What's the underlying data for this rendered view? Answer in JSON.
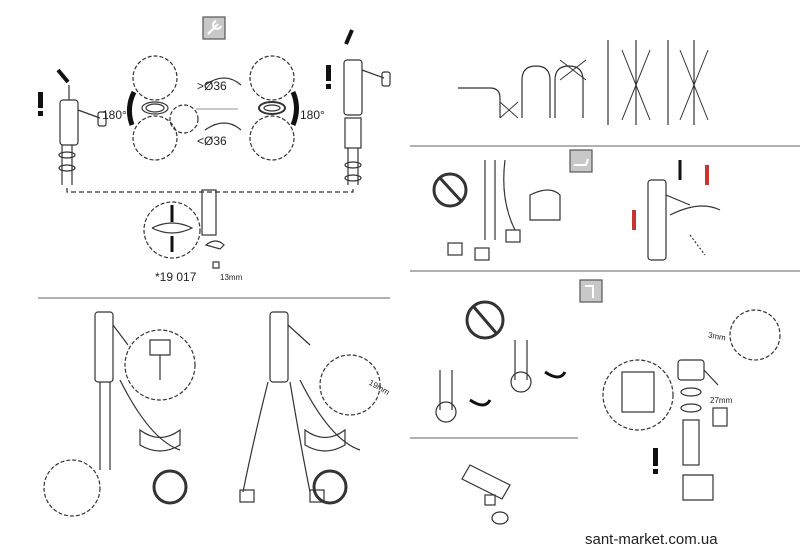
{
  "step1": {
    "rotate_left": "180°",
    "rotate_right": "180°",
    "diameter_greater": ">Ø36",
    "diameter_less": "<Ø36",
    "part_number": "*19 017",
    "wrench_size": "13mm"
  },
  "step3": {
    "wrench_size": "19mm"
  },
  "step6": {
    "hex_key_size": "3mm",
    "nut_size": "27mm"
  },
  "watermark": "sant-market.com.ua",
  "colors": {
    "line": "#333333",
    "divider": "#b0b0b0",
    "icon_bg": "#c8c8c8"
  }
}
